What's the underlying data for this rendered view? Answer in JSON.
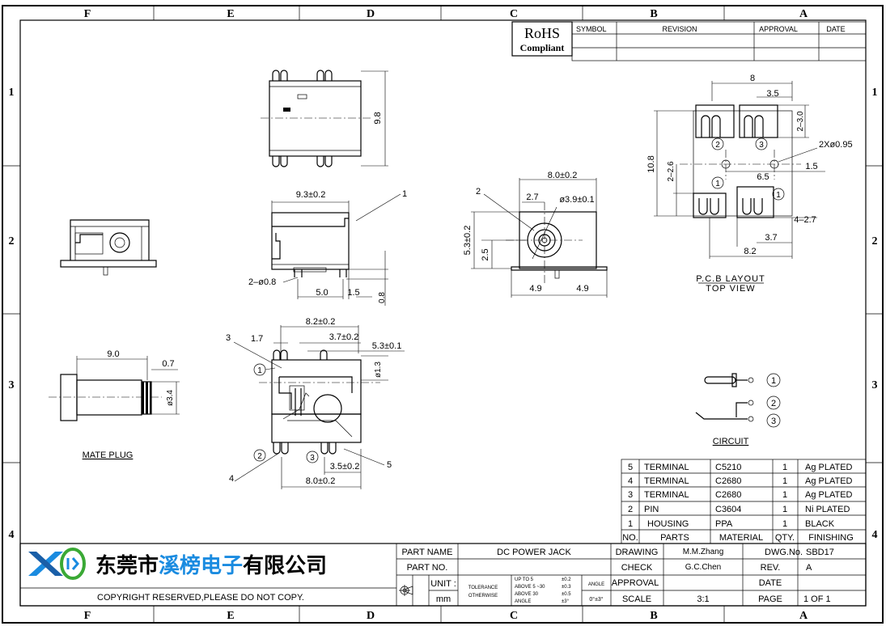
{
  "zones": {
    "cols": [
      "F",
      "E",
      "D",
      "C",
      "B",
      "A"
    ],
    "rows": [
      "1",
      "2",
      "3",
      "4"
    ]
  },
  "rohs": {
    "line1": "RoHS",
    "line2": "Compliant"
  },
  "revision_table": {
    "symbol": "SYMBOL",
    "revision": "REVISION",
    "approval": "APPROVAL",
    "date": "DATE"
  },
  "front_view": {
    "height": "9.8"
  },
  "side_view": {
    "width": "9.3±0.2",
    "callout": "1",
    "pin_dia": "2–ø0.8",
    "pin_pitch": "5.0",
    "pin_offset": "1.5",
    "pin_len": "0.8"
  },
  "end_view": {
    "width": "8.0±0.2",
    "callout": "2",
    "offset": "2.7",
    "bore": "ø3.9±0.1",
    "height": "5.3±0.2",
    "center_h": "2.5",
    "half_l": "4.9",
    "half_r": "4.9"
  },
  "top_view": {
    "width": "8.2±0.2",
    "dim_1_7": "1.7",
    "dim_3_7": "3.7±0.2",
    "dim_5_3": "5.3±0.1",
    "pin_dia": "ø1.3",
    "bottom_width": "8.0±0.2",
    "pin_space": "3.5±0.2",
    "callouts": [
      "3",
      "4",
      "5"
    ],
    "circled": [
      "1",
      "2",
      "3"
    ]
  },
  "mate_plug": {
    "length": "9.0",
    "tip": "0.7",
    "dia": "ø3.4",
    "label": "MATE PLUG"
  },
  "pcb": {
    "dim_8": "8",
    "dim_3_5": "3.5",
    "dim_2_3": "2–3.0",
    "holes": "2Xø0.95",
    "dim_10_8": "10.8",
    "dim_2_6": "2–2.6",
    "dim_6_5": "6.5",
    "dim_1_5": "1.5",
    "dim_4_2_7": "4–2.7",
    "dim_3_7": "3.7",
    "dim_8_2": "8.2",
    "pads": [
      "2",
      "3",
      "1",
      "1"
    ],
    "title": "P.C.B LAYOUT",
    "subtitle": "TOP VIEW"
  },
  "circuit": {
    "label": "CIRCUIT",
    "nodes": [
      "1",
      "2",
      "3"
    ]
  },
  "bom": {
    "rows": [
      {
        "no": "5",
        "part": "TERMINAL",
        "material": "C5210",
        "qty": "1",
        "finishing": "Ag PLATED"
      },
      {
        "no": "4",
        "part": "TERMINAL",
        "material": "C2680",
        "qty": "1",
        "finishing": "Ag PLATED"
      },
      {
        "no": "3",
        "part": "TERMINAL",
        "material": "C2680",
        "qty": "1",
        "finishing": "Ag PLATED"
      },
      {
        "no": "2",
        "part": "PIN",
        "material": "C3604",
        "qty": "1",
        "finishing": "Ni PLATED"
      },
      {
        "no": "1",
        "part": "HOUSING",
        "material": "PPA",
        "qty": "1",
        "finishing": "BLACK"
      }
    ],
    "header": {
      "no": "NO.",
      "part": "PARTS",
      "material": "MATERIAL",
      "qty": "QTY.",
      "finishing": "FINISHING"
    }
  },
  "title_block": {
    "company": "东莞市溪榜电子有限公司",
    "company_a": "东莞市",
    "company_b": "溪榜电子",
    "company_c": "有限公司",
    "copyright": "COPYRIGHT RESERVED,PLEASE DO NOT COPY.",
    "part_name_label": "PART NAME",
    "part_name": "DC POWER JACK",
    "part_no_label": "PART NO.",
    "part_no": "",
    "unit_label": "UNIT :",
    "unit": "mm",
    "tol_label_1": "TOLERANCE",
    "tol_label_2": "OTHERWISE",
    "tol_rows": [
      {
        "range": "UP TO 5",
        "val": "±0.2"
      },
      {
        "range": "ABOVE 5 ~30",
        "val": "±0.3"
      },
      {
        "range": "ABOVE 30",
        "val": "±0.5"
      },
      {
        "range": "ANGLE",
        "val": "±3°"
      }
    ],
    "angle_label": "ANGLE",
    "angle_val": "0°±3°",
    "drawing_label": "DRAWING",
    "drawing": "M.M.Zhang",
    "check_label": "CHECK",
    "check": "G.C.Chen",
    "approval_label": "APPROVAL",
    "approval": "",
    "scale_label": "SCALE",
    "scale": "3:1",
    "dwg_label": "DWG.No.",
    "dwg": "SBD17",
    "rev_label": "REV.",
    "rev": "A",
    "date_label": "DATE",
    "date": "",
    "page_label": "PAGE",
    "page": "1  OF  1"
  },
  "colors": {
    "ink": "#000000",
    "brand_blue": "#1a8be0",
    "brand_green": "#3aa935"
  }
}
